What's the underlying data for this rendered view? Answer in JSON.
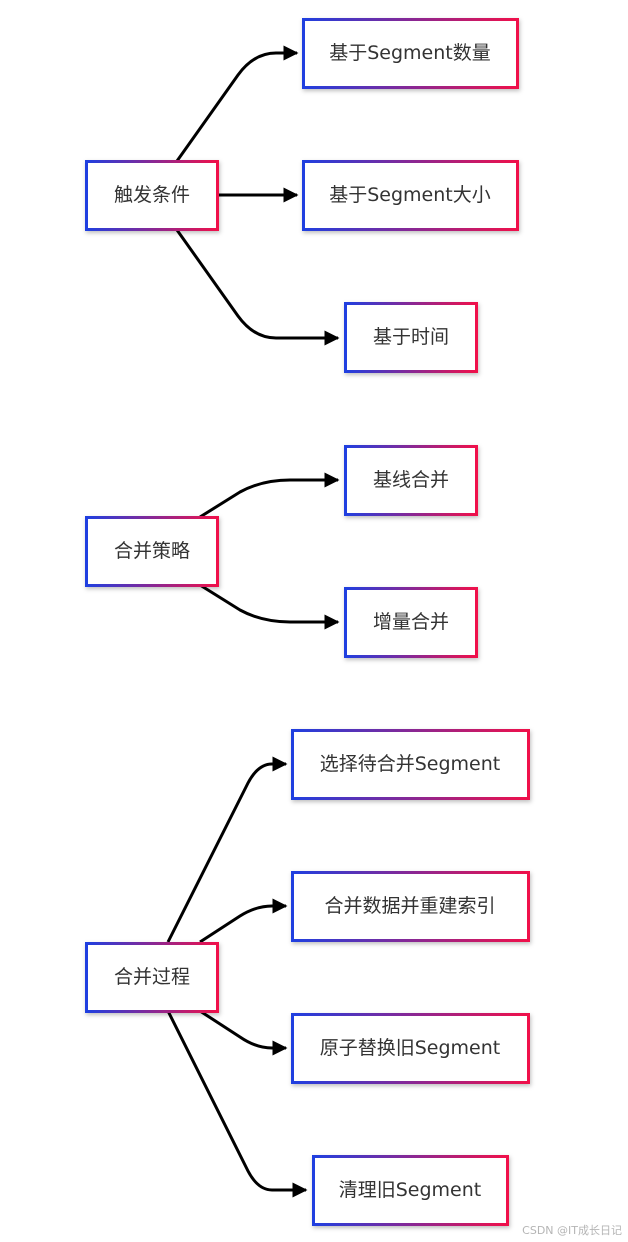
{
  "colors": {
    "gradient_start": "#1f3fe0",
    "gradient_end": "#f0104a",
    "edge": "#000000",
    "text": "#333333"
  },
  "groups": [
    {
      "root": "触发条件",
      "children": [
        "基于Segment数量",
        "基于Segment大小",
        "基于时间"
      ]
    },
    {
      "root": "合并策略",
      "children": [
        "基线合并",
        "增量合并"
      ]
    },
    {
      "root": "合并过程",
      "children": [
        "选择待合并Segment",
        "合并数据并重建索引",
        "原子替换旧Segment",
        "清理旧Segment"
      ]
    }
  ],
  "watermark": "CSDN @IT成长日记"
}
